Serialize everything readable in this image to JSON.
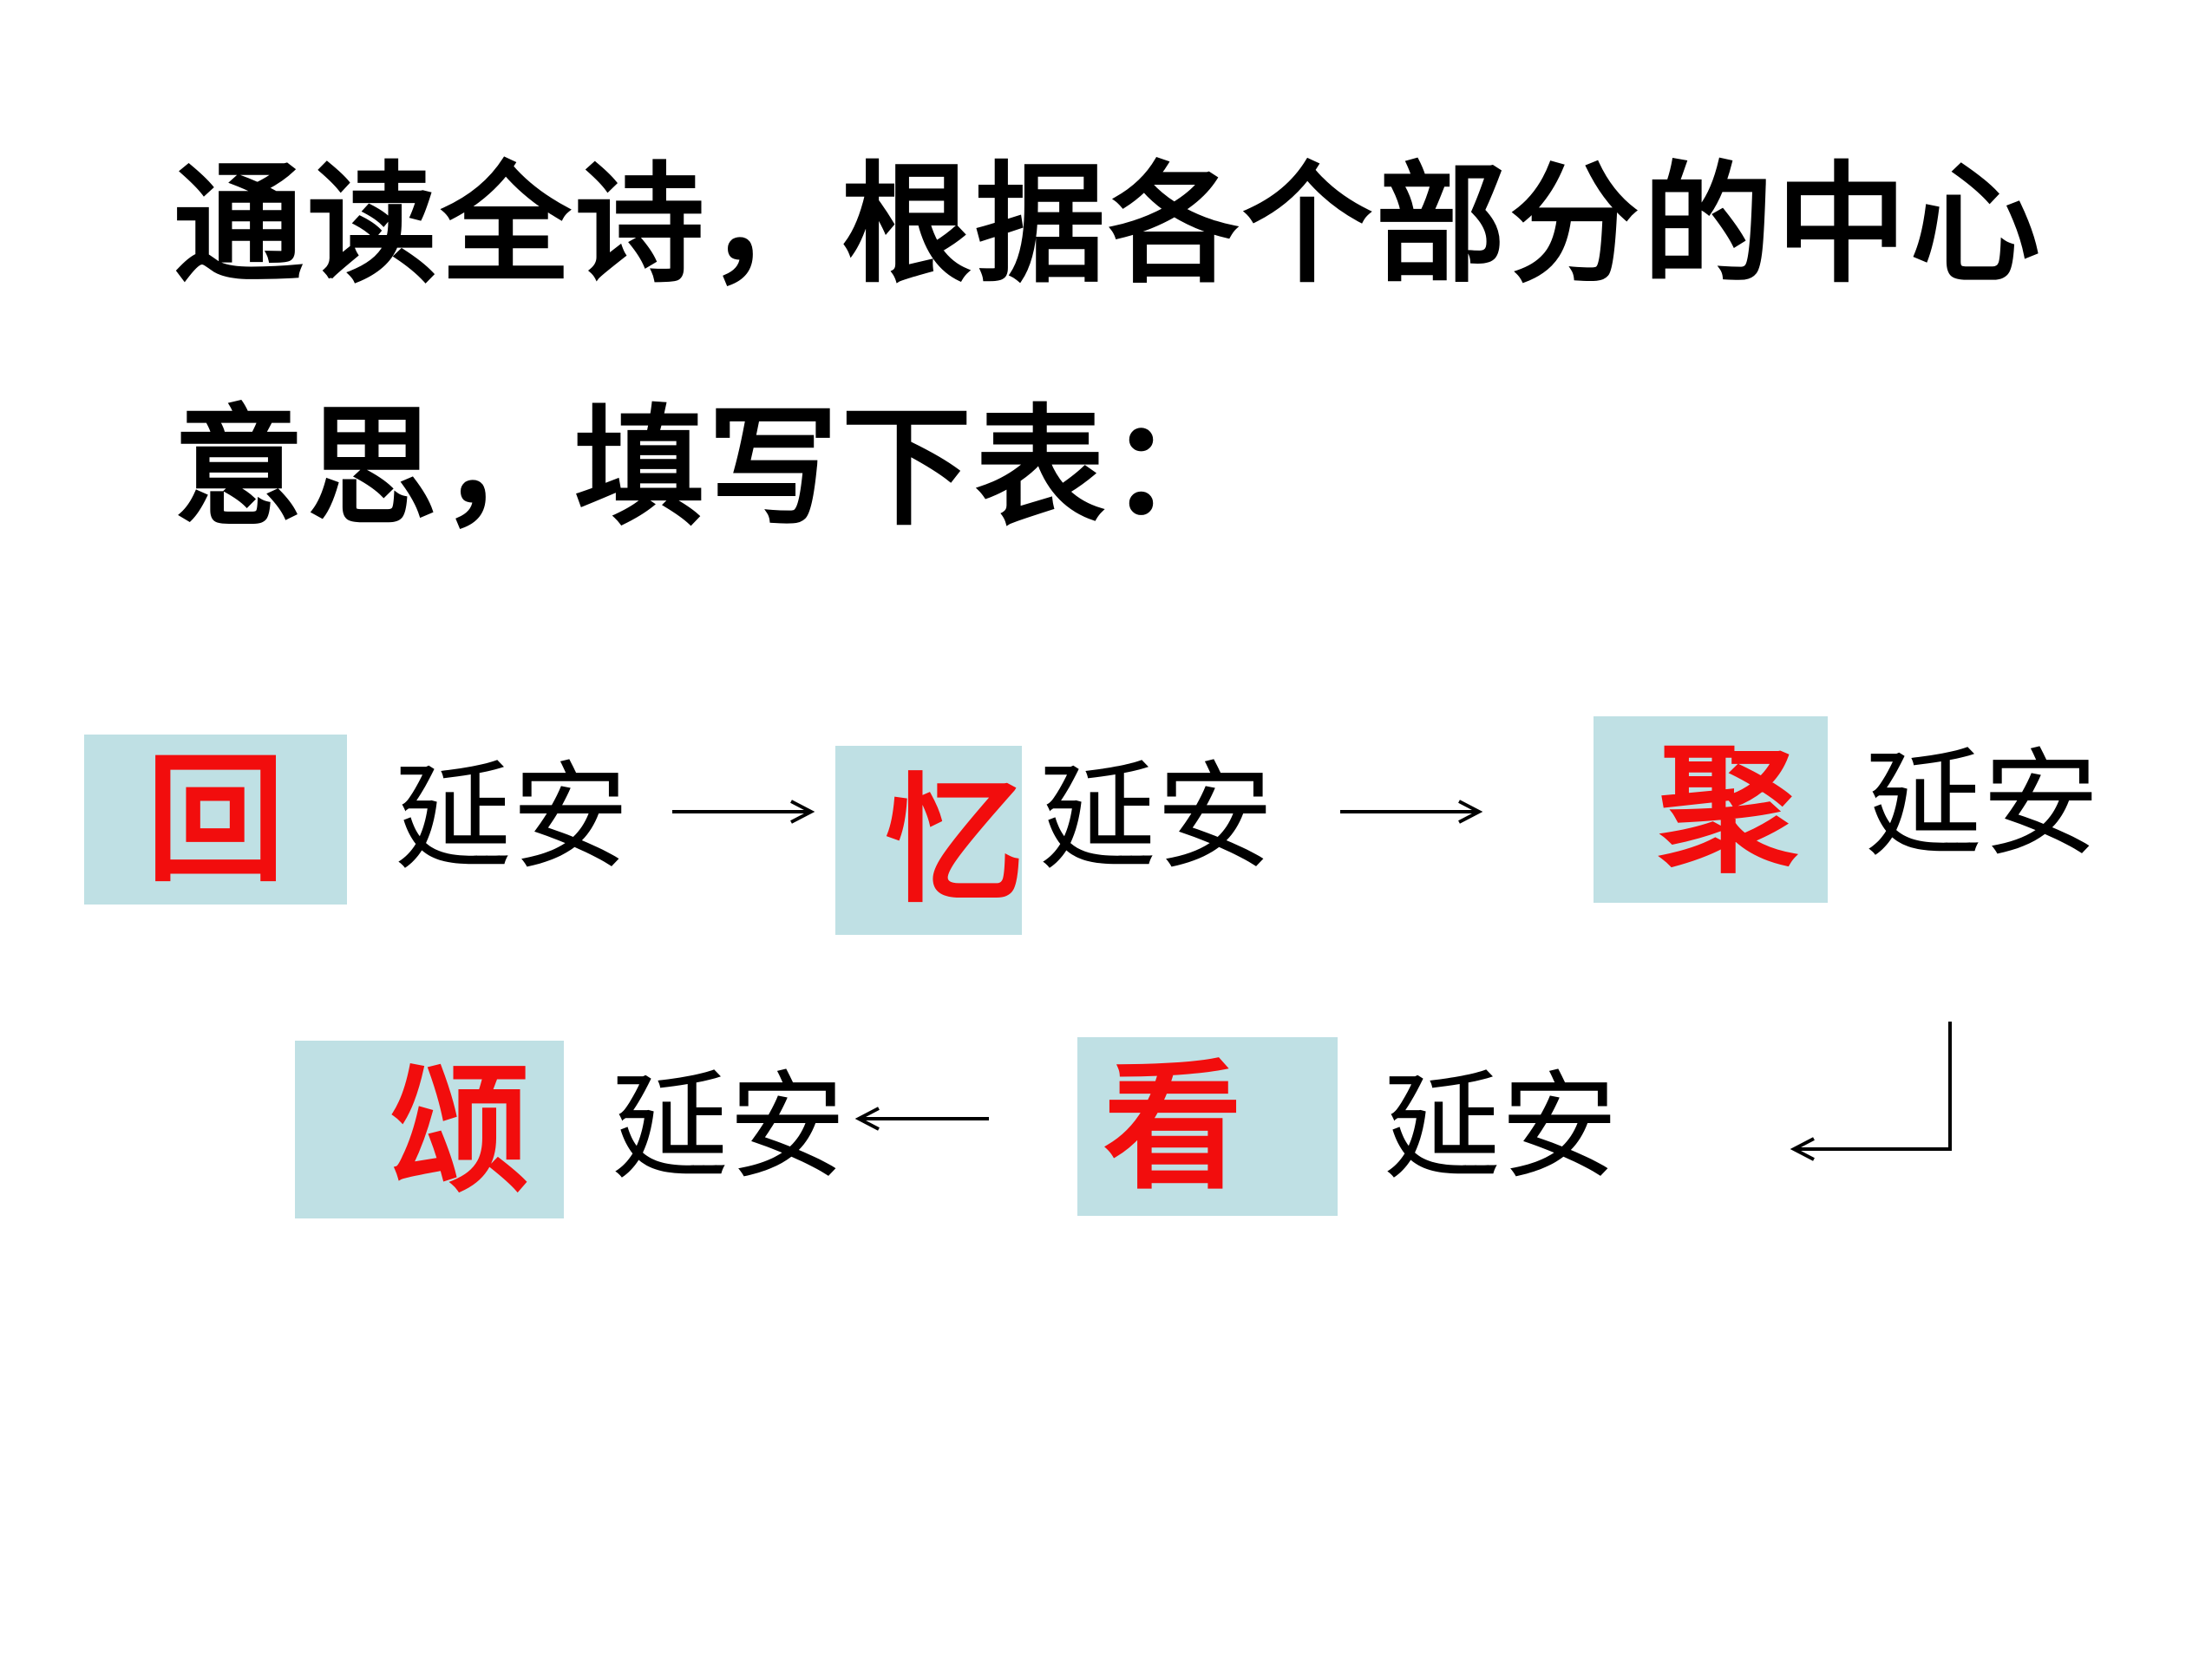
{
  "instruction": {
    "line1": "通读全诗，根据各个部分的中心",
    "line2": "意思，填写下表："
  },
  "flow": {
    "place": "延安",
    "steps": [
      {
        "key": "回"
      },
      {
        "key": "忆"
      },
      {
        "key": "聚"
      },
      {
        "key": "看"
      },
      {
        "key": "颂"
      }
    ]
  },
  "colors": {
    "key_text": "#f20d0d",
    "key_box": "#bfe0e4",
    "body_text": "#000000",
    "background": "#ffffff"
  }
}
